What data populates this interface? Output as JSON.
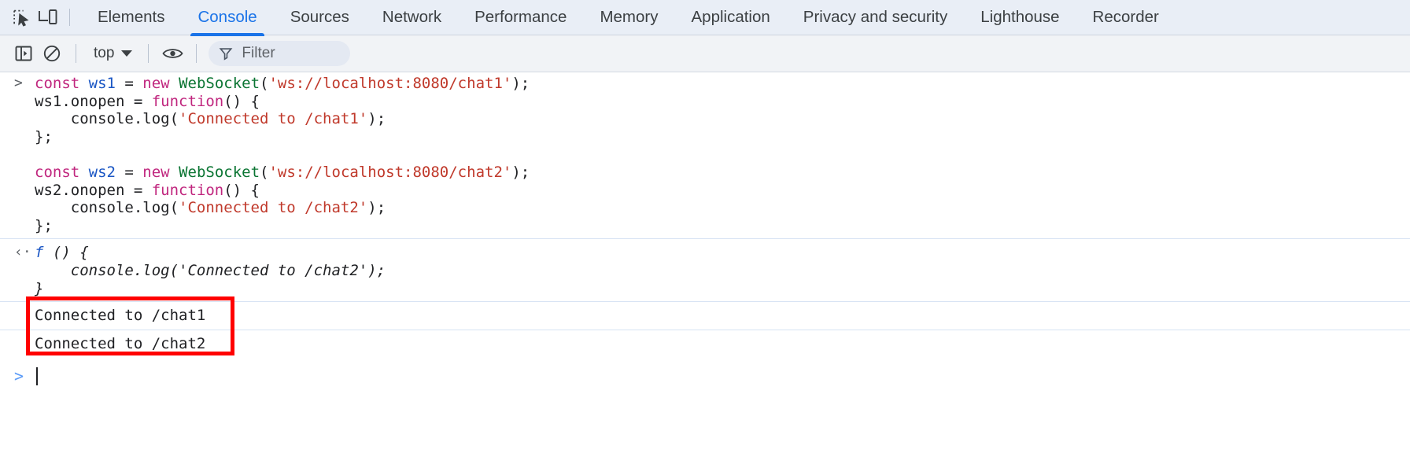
{
  "tabbar": {
    "inspect_icon": "inspect-element-icon",
    "device_icon": "device-toolbar-icon",
    "tabs": [
      {
        "label": "Elements",
        "active": false
      },
      {
        "label": "Console",
        "active": true
      },
      {
        "label": "Sources",
        "active": false
      },
      {
        "label": "Network",
        "active": false
      },
      {
        "label": "Performance",
        "active": false
      },
      {
        "label": "Memory",
        "active": false
      },
      {
        "label": "Application",
        "active": false
      },
      {
        "label": "Privacy and security",
        "active": false
      },
      {
        "label": "Lighthouse",
        "active": false
      },
      {
        "label": "Recorder",
        "active": false
      }
    ]
  },
  "toolbar": {
    "sidebar_icon": "console-sidebar-icon",
    "clear_icon": "clear-console-icon",
    "context": "top",
    "eye_icon": "live-expression-icon",
    "funnel_icon": "filter-funnel-icon",
    "filter_placeholder": "Filter"
  },
  "console": {
    "input_marker": ">",
    "output_marker": "‹·",
    "prompt_marker": ">",
    "input_lines": [
      [
        {
          "t": "const ",
          "c": "kw"
        },
        {
          "t": "ws1",
          "c": "var"
        },
        {
          "t": " = ",
          "c": "pln"
        },
        {
          "t": "new ",
          "c": "kw"
        },
        {
          "t": "WebSocket",
          "c": "cls"
        },
        {
          "t": "(",
          "c": "pln"
        },
        {
          "t": "'ws://localhost:8080/chat1'",
          "c": "str"
        },
        {
          "t": ");",
          "c": "pln"
        }
      ],
      [
        {
          "t": "ws1.onopen = ",
          "c": "pln"
        },
        {
          "t": "function",
          "c": "kw"
        },
        {
          "t": "() {",
          "c": "pln"
        }
      ],
      [
        {
          "t": "    console.log(",
          "c": "pln"
        },
        {
          "t": "'Connected to /chat1'",
          "c": "str"
        },
        {
          "t": ");",
          "c": "pln"
        }
      ],
      [
        {
          "t": "};",
          "c": "pln"
        }
      ],
      [
        {
          "t": "",
          "c": "pln"
        }
      ],
      [
        {
          "t": "const ",
          "c": "kw"
        },
        {
          "t": "ws2",
          "c": "var"
        },
        {
          "t": " = ",
          "c": "pln"
        },
        {
          "t": "new ",
          "c": "kw"
        },
        {
          "t": "WebSocket",
          "c": "cls"
        },
        {
          "t": "(",
          "c": "pln"
        },
        {
          "t": "'ws://localhost:8080/chat2'",
          "c": "str"
        },
        {
          "t": ");",
          "c": "pln"
        }
      ],
      [
        {
          "t": "ws2.onopen = ",
          "c": "pln"
        },
        {
          "t": "function",
          "c": "kw"
        },
        {
          "t": "() {",
          "c": "pln"
        }
      ],
      [
        {
          "t": "    console.log(",
          "c": "pln"
        },
        {
          "t": "'Connected to /chat2'",
          "c": "str"
        },
        {
          "t": ");",
          "c": "pln"
        }
      ],
      [
        {
          "t": "};",
          "c": "pln"
        }
      ]
    ],
    "result_lines": [
      [
        {
          "t": "f",
          "c": "fnx"
        },
        {
          "t": " () {",
          "c": "ital"
        }
      ],
      [
        {
          "t": "    console.log('Connected to /chat2');",
          "c": "ital"
        }
      ],
      [
        {
          "t": "}",
          "c": "ital"
        }
      ]
    ],
    "log_messages": [
      "Connected to /chat1",
      "Connected to /chat2"
    ]
  },
  "annotation": {
    "color": "#ff0000"
  }
}
